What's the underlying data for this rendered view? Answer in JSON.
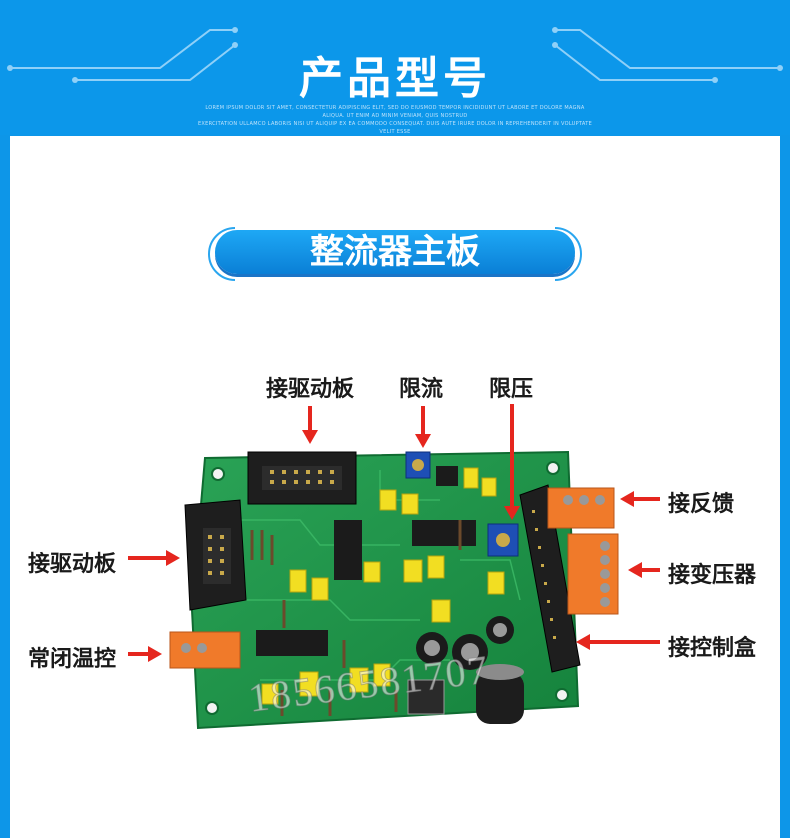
{
  "header": {
    "title": "产品型号",
    "subtitle_line1": "LOREM IPSUM DOLOR SIT AMET, CONSECTETUR ADIPISCING ELIT, SED DO EIUSMOD TEMPOR INCIDIDUNT UT LABORE ET DOLORE MAGNA ALIQUA. UT ENIM AD MINIM VENIAM, QUIS NOSTRUD",
    "subtitle_line2": "EXERCITATION ULLAMCO LABORIS NISI UT ALIQUIP EX EA COMMODO CONSEQUAT. DUIS AUTE IRURE DOLOR IN REPREHENDERIT IN VOLUPTATE VELIT ESSE"
  },
  "section_title": "整流器主板",
  "labels": {
    "drive_board_top": "接驱动板",
    "current_limit": "限流",
    "voltage_limit": "限压",
    "feedback": "接反馈",
    "drive_board_left": "接驱动板",
    "transformer": "接变压器",
    "nc_temp_control": "常闭温控",
    "control_box": "接控制盒"
  },
  "watermark": "18566581707",
  "colors": {
    "header_blue": "#0c97ea",
    "pcb_green": "#1f9a4a",
    "arrow_red": "#e5261e",
    "connector_orange": "#f07a2a"
  }
}
